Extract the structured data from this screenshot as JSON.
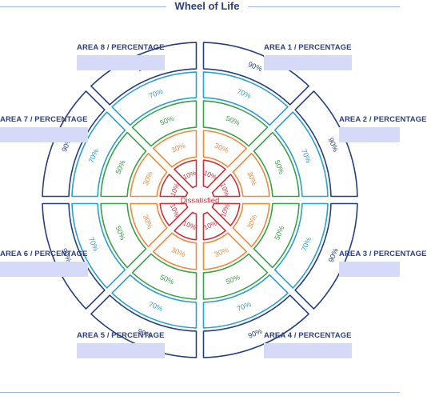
{
  "title": "Wheel of Life",
  "areas": [
    {
      "label": "AREA 1 / PERCENTAGE"
    },
    {
      "label": "AREA 2 / PERCENTAGE"
    },
    {
      "label": "AREA 3 / PERCENTAGE"
    },
    {
      "label": "AREA 4 / PERCENTAGE"
    },
    {
      "label": "AREA 5 / PERCENTAGE"
    },
    {
      "label": "AREA 6 / PERCENTAGE"
    },
    {
      "label": "AREA 7 / PERCENTAGE"
    },
    {
      "label": "AREA 8 / PERCENTAGE"
    }
  ],
  "center_label": "Dissatisfied",
  "segments": 8,
  "rings": [
    {
      "label": "10%",
      "color": "#c8323c"
    },
    {
      "label": "30%",
      "color": "#f08a3c"
    },
    {
      "label": "50%",
      "color": "#3aa04a"
    },
    {
      "label": "70%",
      "color": "#2aa0cc"
    },
    {
      "label": "90%",
      "color": "#253f7e"
    }
  ],
  "colors": {
    "title": "#2d3f7c",
    "input_fill": "#d4daf7",
    "rule": "#9fb6e6",
    "center_text": "#c8323c"
  }
}
